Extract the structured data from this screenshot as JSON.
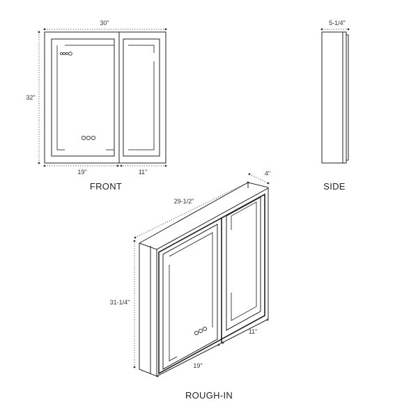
{
  "front": {
    "label": "FRONT",
    "width_dim": "30\"",
    "height_dim": "32\"",
    "left_door_dim": "19\"",
    "right_door_dim": "11\""
  },
  "side": {
    "label": "SIDE",
    "depth_dim": "5-1/4\""
  },
  "rough_in": {
    "label": "ROUGH-IN",
    "width_dim": "29-1/2\"",
    "depth_dim": "4\"",
    "height_dim": "31-1/4\"",
    "left_door_dim": "19\"",
    "right_door_dim": "11\""
  }
}
